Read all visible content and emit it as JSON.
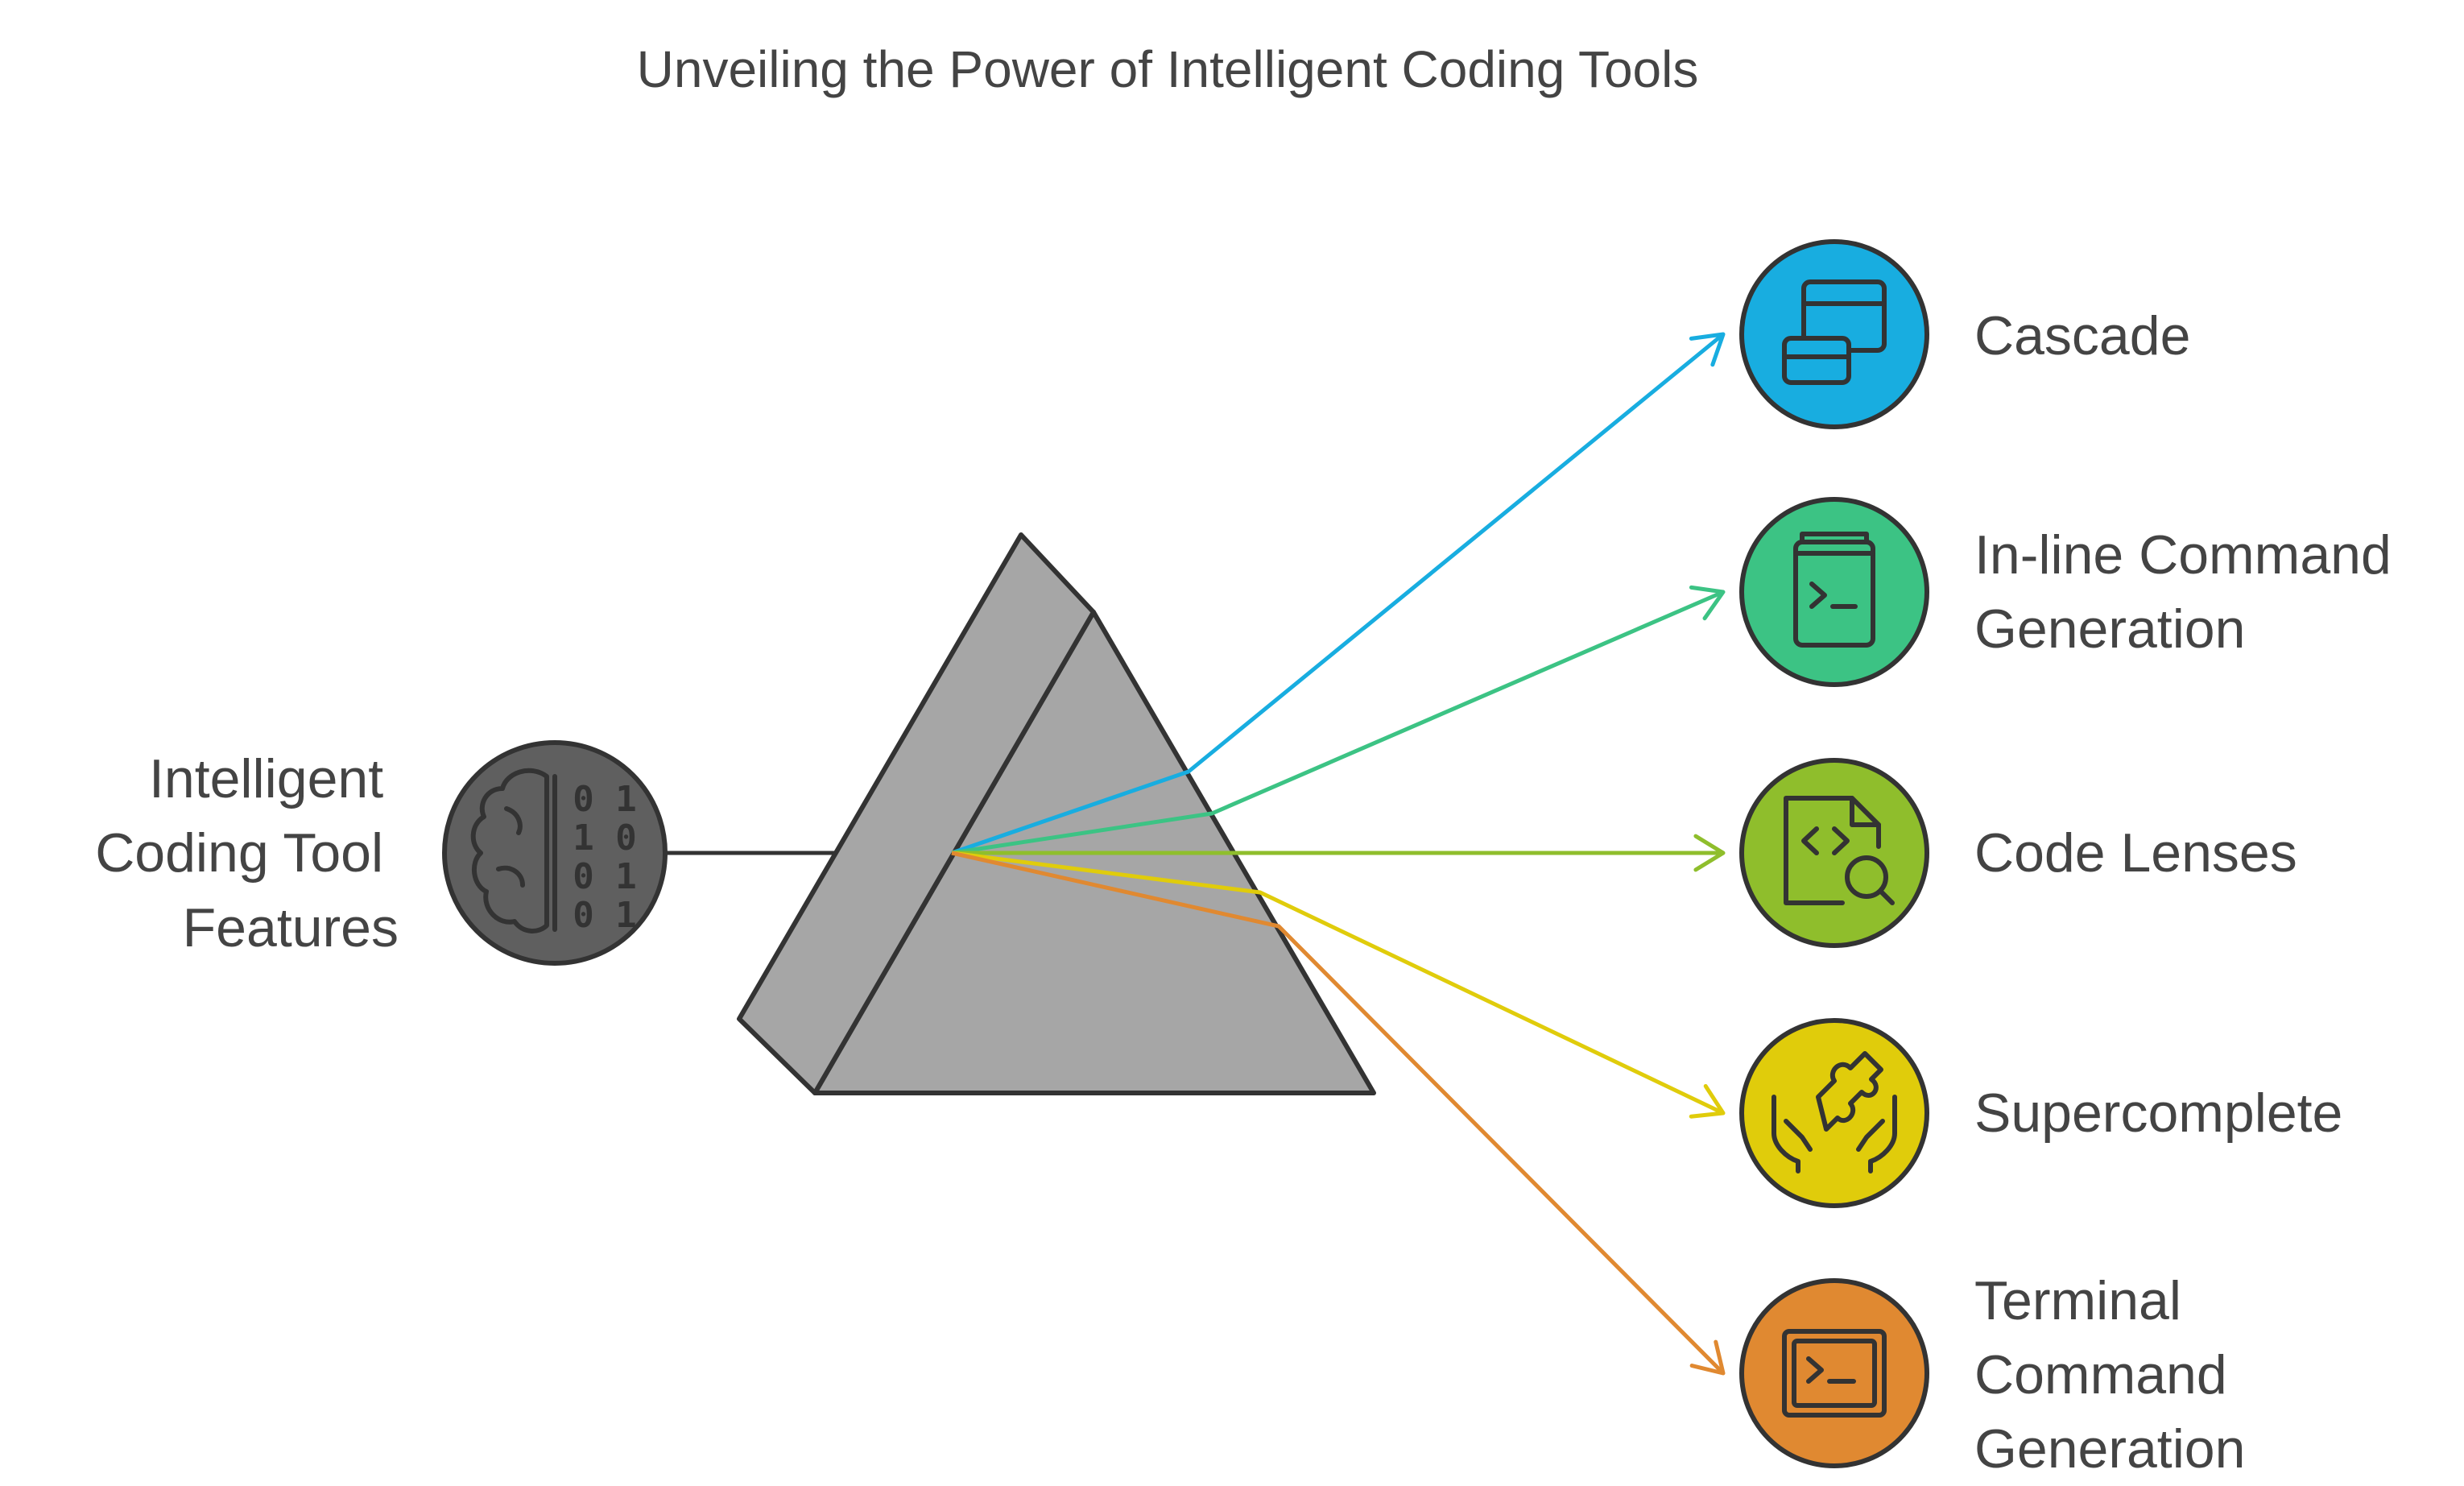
{
  "title": "Unveiling the Power of Intelligent Coding Tools",
  "source": {
    "label_lines": [
      "Intelligent",
      "Coding Tool",
      "Features"
    ],
    "icon": "brain-binary-icon",
    "color": "#5f5f5f"
  },
  "prism": {
    "color": "#a6a6a6"
  },
  "features": [
    {
      "label_lines": [
        "Cascade"
      ],
      "icon": "window-stack-icon",
      "color": "#18ade0"
    },
    {
      "label_lines": [
        "In-line Command",
        "Generation"
      ],
      "icon": "terminal-book-icon",
      "color": "#3cc384"
    },
    {
      "label_lines": [
        "Code Lenses"
      ],
      "icon": "code-search-icon",
      "color": "#8fbe2c"
    },
    {
      "label_lines": [
        "Supercomplete"
      ],
      "icon": "puzzle-hands-icon",
      "color": "#e0cc0b"
    },
    {
      "label_lines": [
        "Terminal",
        "Command",
        "Generation"
      ],
      "icon": "terminal-window-icon",
      "color": "#e08931"
    }
  ]
}
